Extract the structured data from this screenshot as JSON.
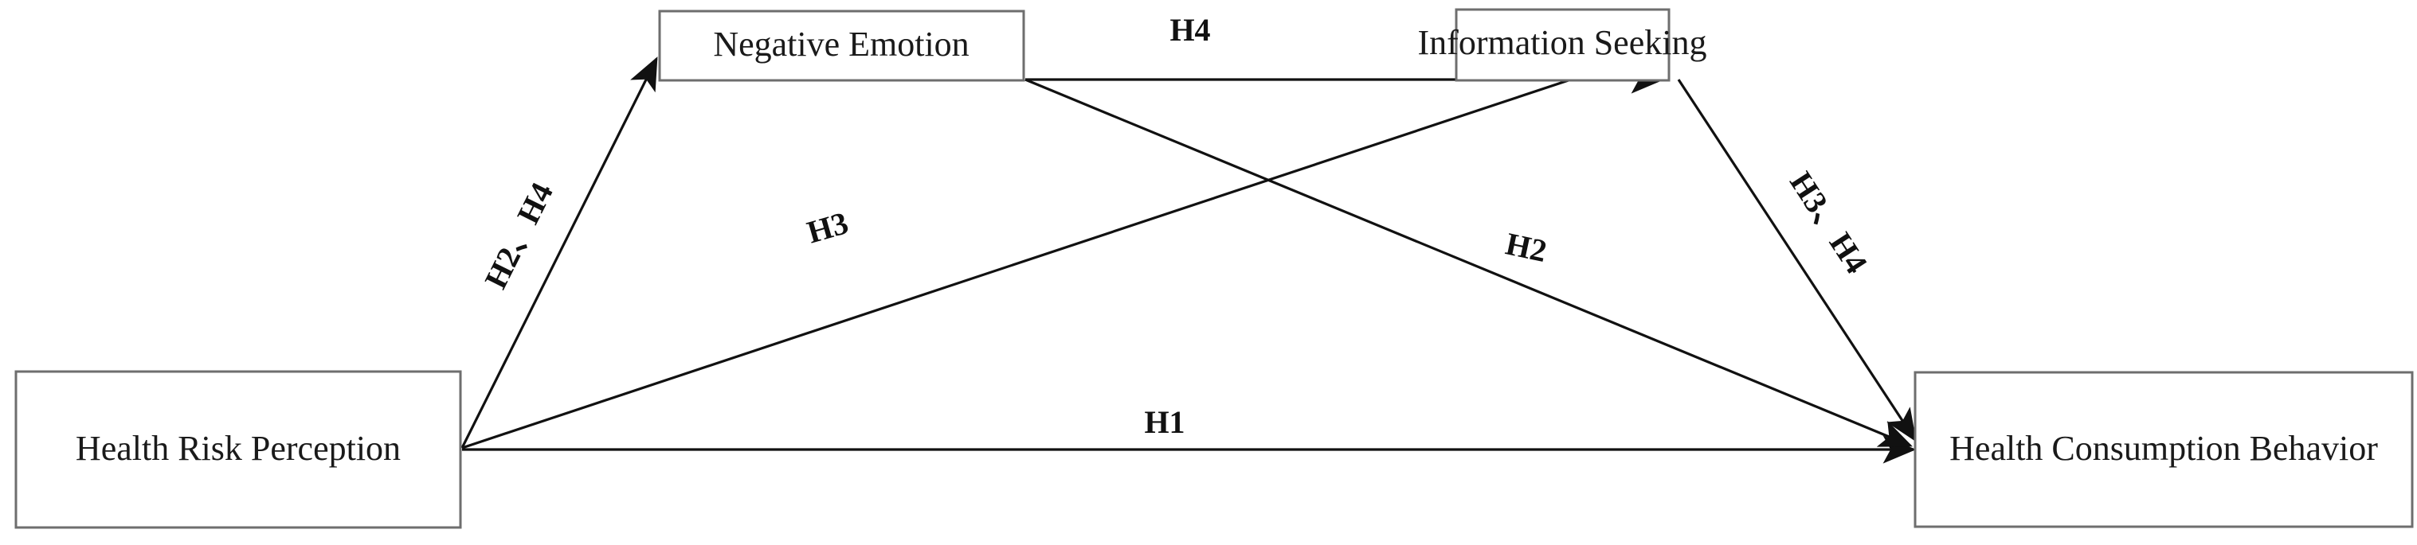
{
  "diagram": {
    "type": "research-model-path-diagram",
    "background_color": "#ffffff",
    "line_color": "#111111",
    "box_border_color": "#6e6e6e",
    "text_color": "#1a1a1a",
    "nodes": [
      {
        "id": "hrp",
        "label": "Health Risk Perception"
      },
      {
        "id": "ne",
        "label": "Negative Emotion"
      },
      {
        "id": "is",
        "label": "Information Seeking"
      },
      {
        "id": "hcb",
        "label": "Health Consumption Behavior"
      }
    ],
    "edges": [
      {
        "id": "e1",
        "from": "hrp",
        "to": "ne",
        "label": "H2、H4"
      },
      {
        "id": "e2",
        "from": "hrp",
        "to": "is",
        "label": "H3"
      },
      {
        "id": "e3",
        "from": "hrp",
        "to": "hcb",
        "label": "H1"
      },
      {
        "id": "e4",
        "from": "ne",
        "to": "is",
        "label": "H4"
      },
      {
        "id": "e5",
        "from": "ne",
        "to": "hcb",
        "label": "H2"
      },
      {
        "id": "e6",
        "from": "is",
        "to": "hcb",
        "label": "H3、H4"
      }
    ],
    "labels": {
      "h2_h4": "H2、H4",
      "h3": "H3",
      "h1": "H1",
      "h4": "H4",
      "h2": "H2",
      "h3_h4": "H3、H4"
    }
  }
}
